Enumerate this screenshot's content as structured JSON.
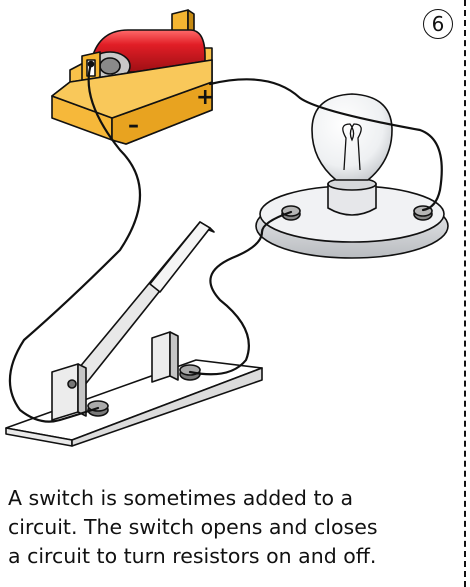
{
  "page_number": "6",
  "caption_lines": [
    "A switch is sometimes added to a",
    "circuit.  The switch opens and closes",
    "a circuit to turn resistors on and off."
  ],
  "battery": {
    "positive_symbol": "+",
    "negative_symbol": "–",
    "body_color": "#f4b531",
    "cell_color": "#e11e26"
  },
  "bulb": {
    "base_color": "#e2e4e6"
  },
  "switch": {
    "state": "open",
    "base_color": "#ffffff"
  },
  "wire_color": "#111111"
}
